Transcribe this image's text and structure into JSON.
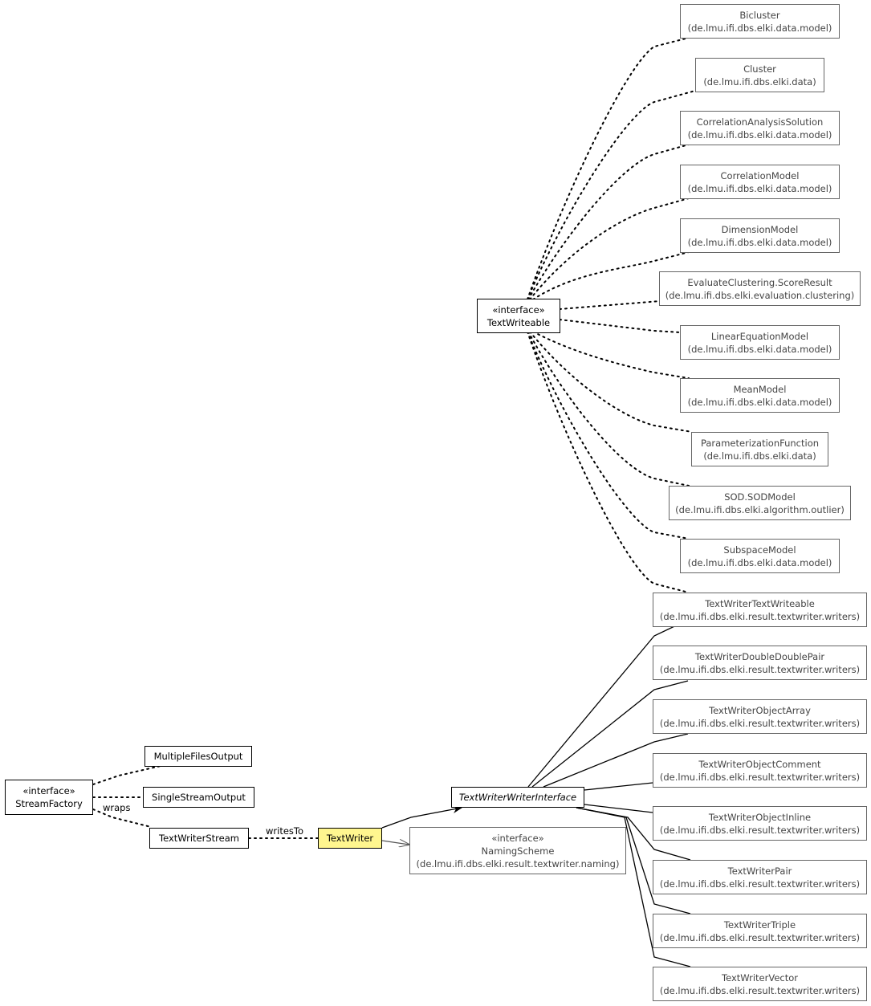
{
  "nodes": {
    "textwriteable": {
      "stereotype": "«interface»",
      "name": "TextWriteable"
    },
    "bicluster": {
      "name": "Bicluster",
      "package": "(de.lmu.ifi.dbs.elki.data.model)"
    },
    "cluster": {
      "name": "Cluster",
      "package": "(de.lmu.ifi.dbs.elki.data)"
    },
    "correlation_analysis_solution": {
      "name": "CorrelationAnalysisSolution",
      "package": "(de.lmu.ifi.dbs.elki.data.model)"
    },
    "correlation_model": {
      "name": "CorrelationModel",
      "package": "(de.lmu.ifi.dbs.elki.data.model)"
    },
    "dimension_model": {
      "name": "DimensionModel",
      "package": "(de.lmu.ifi.dbs.elki.data.model)"
    },
    "evaluate_clustering": {
      "name": "EvaluateClustering.ScoreResult",
      "package": "(de.lmu.ifi.dbs.elki.evaluation.clustering)"
    },
    "linear_equation_model": {
      "name": "LinearEquationModel",
      "package": "(de.lmu.ifi.dbs.elki.data.model)"
    },
    "mean_model": {
      "name": "MeanModel",
      "package": "(de.lmu.ifi.dbs.elki.data.model)"
    },
    "parameterization_function": {
      "name": "ParameterizationFunction",
      "package": "(de.lmu.ifi.dbs.elki.data)"
    },
    "sod_model": {
      "name": "SOD.SODModel",
      "package": "(de.lmu.ifi.dbs.elki.algorithm.outlier)"
    },
    "subspace_model": {
      "name": "SubspaceModel",
      "package": "(de.lmu.ifi.dbs.elki.data.model)"
    },
    "tw_textwriteable": {
      "name": "TextWriterTextWriteable",
      "package": "(de.lmu.ifi.dbs.elki.result.textwriter.writers)"
    },
    "tw_doubledoublepair": {
      "name": "TextWriterDoubleDoublePair",
      "package": "(de.lmu.ifi.dbs.elki.result.textwriter.writers)"
    },
    "tw_objectarray": {
      "name": "TextWriterObjectArray",
      "package": "(de.lmu.ifi.dbs.elki.result.textwriter.writers)"
    },
    "tw_objectcomment": {
      "name": "TextWriterObjectComment",
      "package": "(de.lmu.ifi.dbs.elki.result.textwriter.writers)"
    },
    "tw_objectinline": {
      "name": "TextWriterObjectInline",
      "package": "(de.lmu.ifi.dbs.elki.result.textwriter.writers)"
    },
    "tw_pair": {
      "name": "TextWriterPair",
      "package": "(de.lmu.ifi.dbs.elki.result.textwriter.writers)"
    },
    "tw_triple": {
      "name": "TextWriterTriple",
      "package": "(de.lmu.ifi.dbs.elki.result.textwriter.writers)"
    },
    "tw_vector": {
      "name": "TextWriterVector",
      "package": "(de.lmu.ifi.dbs.elki.result.textwriter.writers)"
    },
    "tw_interface": {
      "name": "TextWriterWriterInterface"
    },
    "naming_scheme": {
      "stereotype": "«interface»",
      "name": "NamingScheme",
      "package": "(de.lmu.ifi.dbs.elki.result.textwriter.naming)"
    },
    "textwriter": {
      "name": "TextWriter"
    },
    "textwriterstream": {
      "name": "TextWriterStream"
    },
    "streamfactory": {
      "stereotype": "«interface»",
      "name": "StreamFactory"
    },
    "multiplefilesoutput": {
      "name": "MultipleFilesOutput"
    },
    "singlestreamoutput": {
      "name": "SingleStreamOutput"
    }
  },
  "edge_labels": {
    "writes_to": "writesTo",
    "wraps": "wraps"
  },
  "colors": {
    "focus_fill": "#fff68f",
    "external_border": "#666666",
    "external_text": "#444444"
  }
}
